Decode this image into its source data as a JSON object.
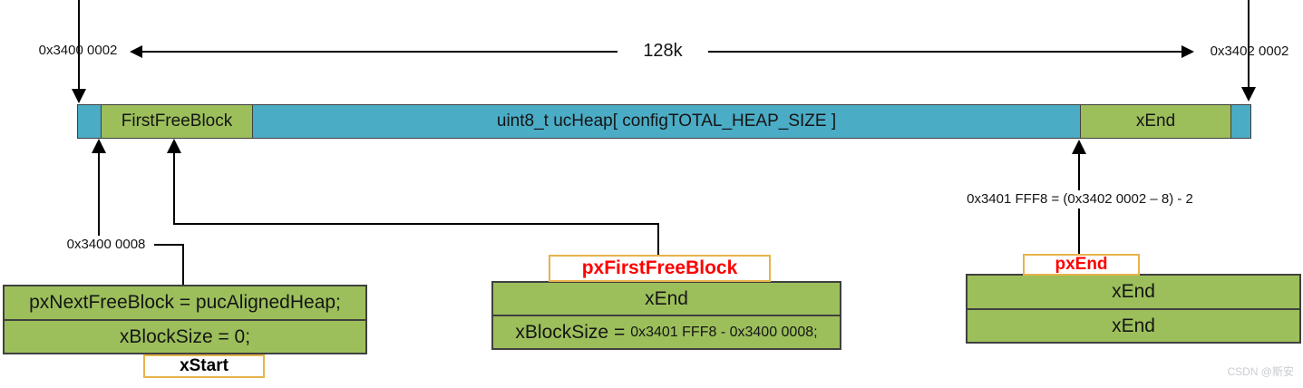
{
  "colors": {
    "bar_blue": "#4bacc6",
    "block_green": "#9cbf5b",
    "tag_border_gold": "#e7b34b",
    "tag_text_red": "#fe0000"
  },
  "top": {
    "left_address": "0x3400 0002",
    "right_address": "0x3402 0002",
    "span_label": "128k"
  },
  "bar": {
    "segments": [
      {
        "label": "",
        "color": "blue"
      },
      {
        "label": "FirstFreeBlock",
        "color": "green"
      },
      {
        "label": "uint8_t ucHeap[ configTOTAL_HEAP_SIZE ]",
        "color": "blue"
      },
      {
        "label": "xEnd",
        "color": "green"
      },
      {
        "label": "",
        "color": "blue"
      }
    ]
  },
  "annotations": {
    "aligned_heap_address": "0x3400 0008",
    "xend_address_formula": "0x3401 FFF8 = (0x3402 0002 – 8) - 2"
  },
  "xstart_block": {
    "tag": "xStart",
    "rows": [
      "pxNextFreeBlock = pucAlignedHeap;",
      "xBlockSize =  0;"
    ]
  },
  "first_free_block": {
    "tag": "pxFirstFreeBlock",
    "row1": "xEnd",
    "row2_prefix": "xBlockSize = ",
    "row2_value": "0x3401 FFF8 - 0x3400 0008;"
  },
  "xend_block": {
    "tag": "pxEnd",
    "rows": [
      "xEnd",
      "xEnd"
    ]
  },
  "watermark": "CSDN @斯安"
}
